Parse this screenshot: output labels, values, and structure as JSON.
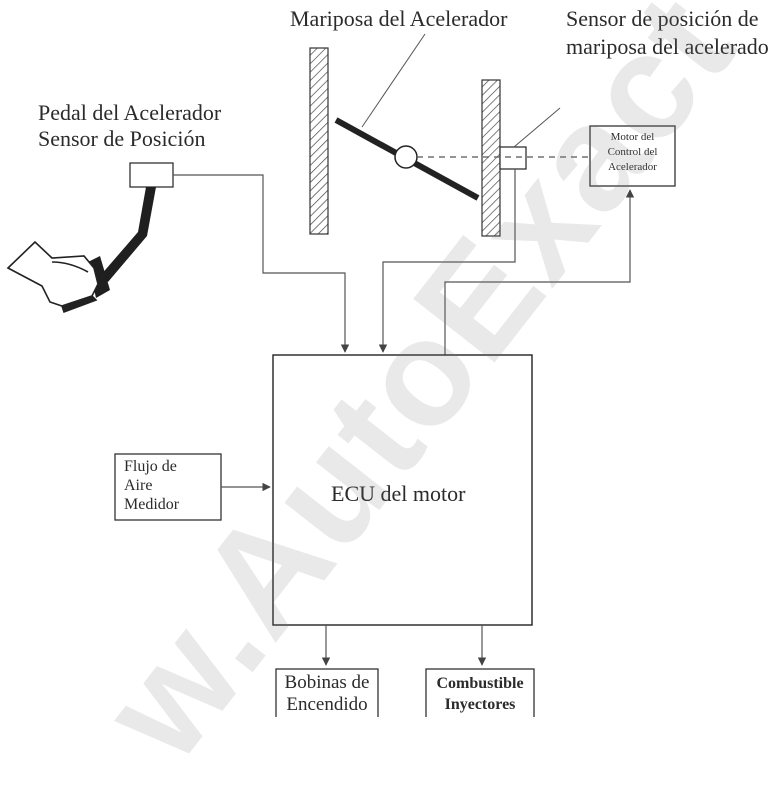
{
  "labels": {
    "throttle_butterfly": "Mariposa del Acelerador",
    "throttle_sensor_line1": "Sensor de posición de",
    "throttle_sensor_line2": "mariposa del acelerado",
    "pedal_line1": "Pedal del Acelerador",
    "pedal_line2": "Sensor de Posición",
    "motor_line1": "Motor del",
    "motor_line2": "Control del",
    "motor_line3": "Acelerador",
    "ecu": "ECU del motor",
    "airflow_line1": "Flujo de",
    "airflow_line2": "Aire",
    "airflow_line3": "Medidor",
    "coils_line1": "Bobinas de",
    "coils_line2": "Encendido",
    "injectors_line1": "Combustible",
    "injectors_line2": "Inyectores"
  },
  "watermark": "w.AutoExact",
  "colors": {
    "line": "#555555",
    "text": "#2b2b2b",
    "background": "#ffffff"
  }
}
